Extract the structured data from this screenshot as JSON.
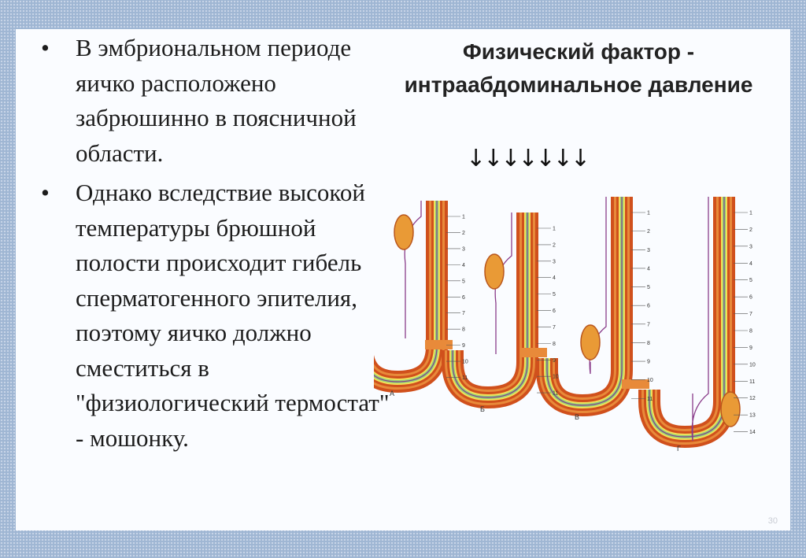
{
  "slide": {
    "bullets": [
      {
        "marker": "•",
        "text": "В эмбриональном периоде яичко расположено забрюшинно в поясничной области."
      },
      {
        "marker": "•",
        "text": "Однако вследствие высокой температуры брюшной полости происходит гибель сперматогенного эпителия, поэтому яичко должно сместиться в \"физиологический термостат\" - мошонку."
      }
    ],
    "heading": "Физический фактор - интраабдоминальное давление",
    "pressure_arrows": "↓↓↓↓↓↓↓",
    "page_number": "30"
  },
  "diagram": {
    "panels": [
      {
        "letter": "А",
        "labels": [
          "1",
          "2",
          "3",
          "4",
          "5",
          "6",
          "7",
          "8",
          "9",
          "10",
          "11"
        ]
      },
      {
        "letter": "Б",
        "labels": [
          "1",
          "2",
          "3",
          "4",
          "5",
          "6",
          "7",
          "8",
          "9",
          "10",
          "11"
        ]
      },
      {
        "letter": "В",
        "labels": [
          "1",
          "2",
          "3",
          "4",
          "5",
          "6",
          "7",
          "8",
          "9",
          "10",
          "11"
        ]
      },
      {
        "letter": "Г",
        "labels": [
          "1",
          "2",
          "3",
          "4",
          "5",
          "6",
          "7",
          "8",
          "9",
          "10",
          "11",
          "12",
          "13",
          "14"
        ]
      }
    ],
    "colors": {
      "wall_outer": "#d0501c",
      "wall_mid": "#e88a3a",
      "layer_yellow": "#f2df5a",
      "layer_green": "#8fd27a",
      "layer_purple": "#8a3c8a",
      "testis": "#e99a36"
    }
  }
}
